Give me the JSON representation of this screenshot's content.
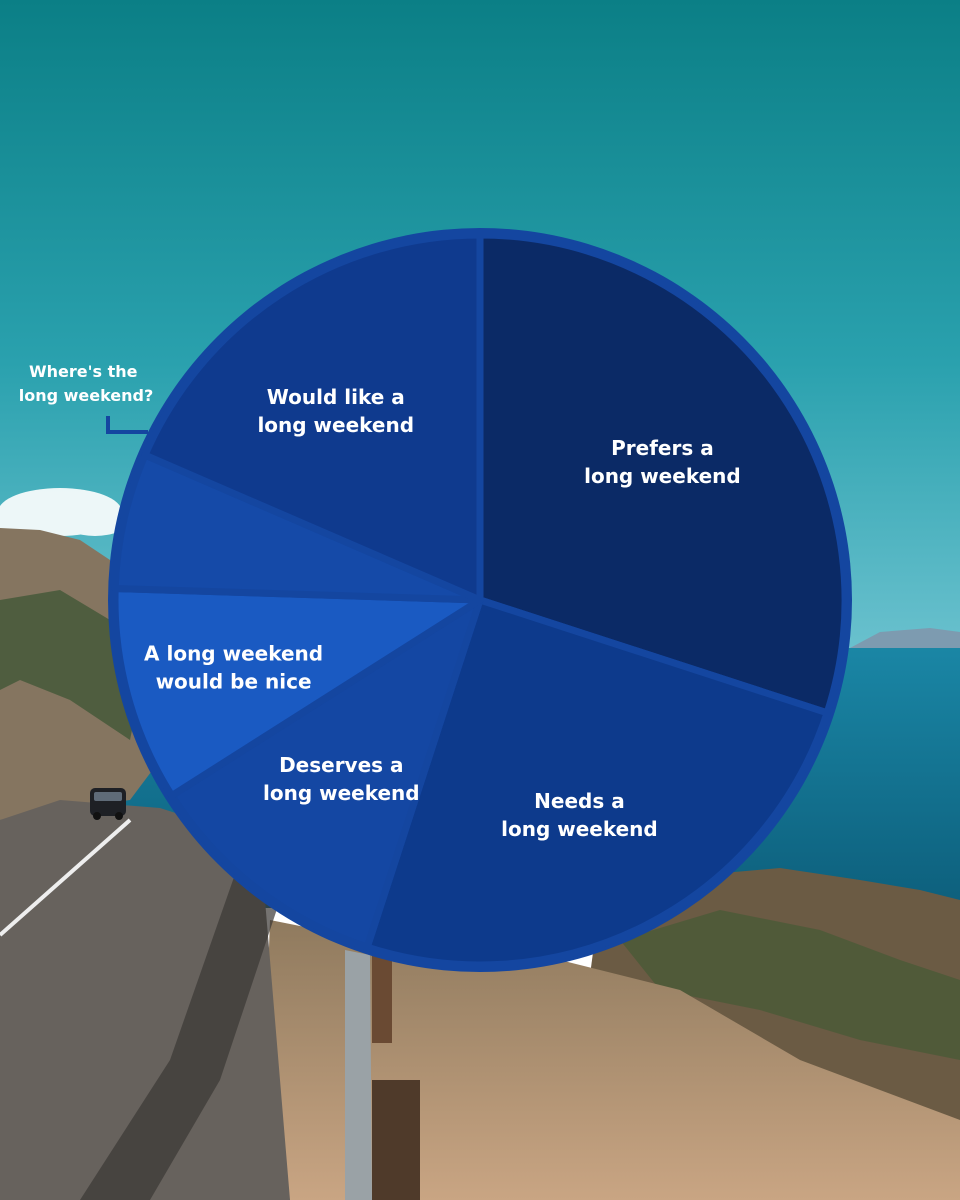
{
  "chart_data": {
    "type": "pie",
    "title": "",
    "slices": [
      {
        "label": "Prefers a long weekend",
        "lines": [
          "Prefers a",
          "long weekend"
        ],
        "value": 30,
        "color": "#0b2a66"
      },
      {
        "label": "Needs a long weekend",
        "lines": [
          "Needs a",
          "long weekend"
        ],
        "value": 25,
        "color": "#0d3a8c"
      },
      {
        "label": "Deserves a long weekend",
        "lines": [
          "Deserves a",
          "long weekend"
        ],
        "value": 11,
        "color": "#1447a3"
      },
      {
        "label": "A long weekend would be nice",
        "lines": [
          "A long weekend",
          "would be nice"
        ],
        "value": 9.5,
        "color": "#1a5ac2"
      },
      {
        "label": "Where's the long weekend?",
        "lines": [
          "Where's the",
          "long weekend?"
        ],
        "value": 6,
        "color": "#154aa8"
      },
      {
        "label": "Would like a long weekend",
        "lines": [
          "Would like a",
          "long weekend"
        ],
        "value": 18.5,
        "color": "#0f3a8e"
      }
    ],
    "start_angle": "12 o'clock",
    "direction": "clockwise",
    "rim_color": "#1446a0"
  },
  "background": {
    "sky_top": "#0b7f86",
    "sky_bottom": "#5ab8c8",
    "sea": "#137a9a",
    "hills": "#8a7b66",
    "road": "#6b6966",
    "rocks": "#b89674",
    "icons": [
      "car-icon",
      "guardrail-icon",
      "cloud-icon"
    ]
  }
}
